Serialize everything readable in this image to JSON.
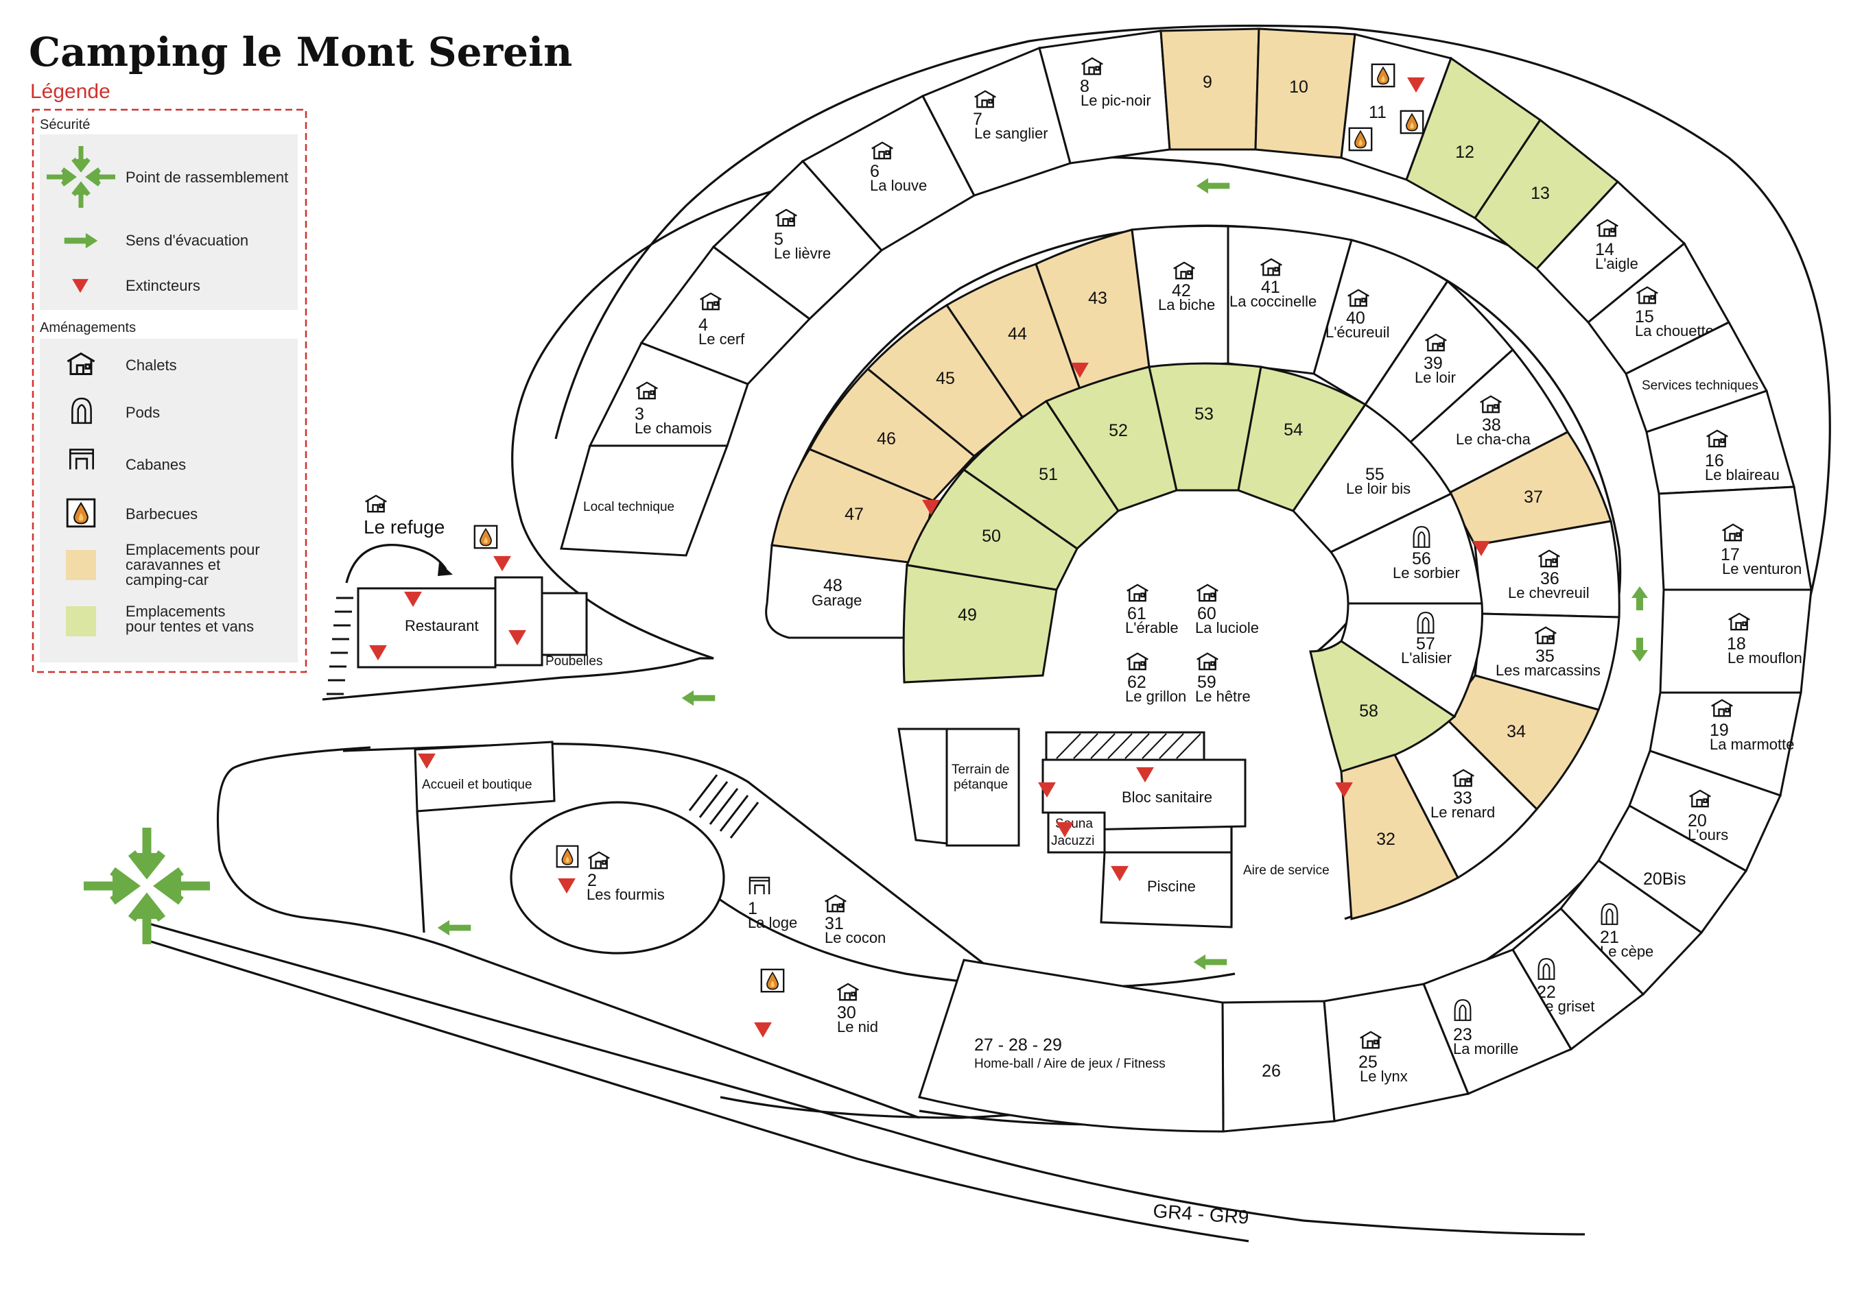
{
  "title": "Camping le Mont Serein",
  "legend": {
    "title": "Légende",
    "security_heading": "Sécurité",
    "security_items": [
      "Point de  rassemblement",
      "Sens d'évacuation",
      "Extincteurs"
    ],
    "amenities_heading": "Aménagements",
    "amenity_items": [
      {
        "label": "Chalets"
      },
      {
        "label": "Pods"
      },
      {
        "label": "Cabanes"
      },
      {
        "label": "Barbecues"
      },
      {
        "label1": "Emplacements pour",
        "label2": "caravannes et",
        "label3": "camping-car"
      },
      {
        "label1": "Emplacements",
        "label2": "pour tentes et vans"
      }
    ]
  },
  "colors": {
    "caravan": "#f3dba8",
    "tent": "#dbe6a2",
    "arrow": "#6aab45",
    "extinguisher": "#d7362f",
    "legend_border": "#d0312d",
    "legend_bg": "#efefef",
    "flame": "#e08a2c"
  },
  "outer_ring": [
    {
      "num": "3",
      "name": "Le chamois",
      "icon": "chalet"
    },
    {
      "num": "4",
      "name": "Le cerf",
      "icon": "chalet"
    },
    {
      "num": "5",
      "name": "Le lièvre",
      "icon": "chalet"
    },
    {
      "num": "6",
      "name": "La louve",
      "icon": "chalet"
    },
    {
      "num": "7",
      "name": "Le sanglier",
      "icon": "chalet"
    },
    {
      "num": "8",
      "name": "Le pic-noir",
      "icon": "chalet"
    },
    {
      "num": "9",
      "name": "",
      "icon": "",
      "type": "caravan"
    },
    {
      "num": "10",
      "name": "",
      "icon": "",
      "type": "caravan"
    },
    {
      "num": "11",
      "name": "",
      "icon": "bbq"
    },
    {
      "num": "12",
      "name": "",
      "icon": "",
      "type": "tent"
    },
    {
      "num": "13",
      "name": "",
      "icon": "",
      "type": "tent"
    },
    {
      "num": "14",
      "name": "L'aigle",
      "icon": "chalet"
    },
    {
      "num": "15",
      "name": "La chouette",
      "icon": "chalet"
    },
    {
      "num": "",
      "name": "Services techniques",
      "icon": ""
    },
    {
      "num": "16",
      "name": "Le blaireau",
      "icon": "chalet"
    },
    {
      "num": "17",
      "name": "Le venturon",
      "icon": "chalet"
    },
    {
      "num": "18",
      "name": "Le mouflon",
      "icon": "chalet"
    },
    {
      "num": "19",
      "name": "La marmotte",
      "icon": "chalet"
    },
    {
      "num": "20",
      "name": "L'ours",
      "icon": "chalet"
    },
    {
      "num": "20Bis",
      "name": "",
      "icon": ""
    },
    {
      "num": "21",
      "name": "Le cèpe",
      "icon": "pod"
    },
    {
      "num": "22",
      "name": "Le griset",
      "icon": "pod"
    },
    {
      "num": "23",
      "name": "La morille",
      "icon": "pod"
    },
    {
      "num": "25",
      "name": "Le lynx",
      "icon": "chalet"
    },
    {
      "num": "26",
      "name": "",
      "icon": ""
    },
    {
      "num": "27 - 28 - 29",
      "name": "Home-ball / Aire de jeux / Fitness",
      "icon": ""
    }
  ],
  "local_technique": "Local technique",
  "middle_ring": [
    {
      "num": "48",
      "name": "Garage",
      "icon": ""
    },
    {
      "num": "47",
      "name": "",
      "type": "caravan"
    },
    {
      "num": "46",
      "name": "",
      "type": "caravan"
    },
    {
      "num": "45",
      "name": "",
      "type": "caravan"
    },
    {
      "num": "44",
      "name": "",
      "type": "caravan"
    },
    {
      "num": "43",
      "name": "",
      "type": "caravan"
    },
    {
      "num": "42",
      "name": "La biche",
      "icon": "chalet"
    },
    {
      "num": "41",
      "name": "La coccinelle",
      "icon": "chalet"
    },
    {
      "num": "40",
      "name": "L'écureuil",
      "icon": "chalet"
    },
    {
      "num": "39",
      "name": "Le loir",
      "icon": "chalet"
    },
    {
      "num": "38",
      "name": "Le cha-cha",
      "icon": "chalet"
    },
    {
      "num": "37",
      "name": "",
      "type": "caravan"
    },
    {
      "num": "36",
      "name": "Le chevreuil",
      "icon": "chalet"
    },
    {
      "num": "35",
      "name": "Les marcassins",
      "icon": "chalet"
    },
    {
      "num": "34",
      "name": "",
      "type": "caravan"
    },
    {
      "num": "33",
      "name": "Le renard",
      "icon": "chalet"
    },
    {
      "num": "32",
      "name": "",
      "type": "caravan"
    }
  ],
  "inner_ring": [
    {
      "num": "49",
      "type": "tent"
    },
    {
      "num": "50",
      "type": "tent"
    },
    {
      "num": "51",
      "type": "tent"
    },
    {
      "num": "52",
      "type": "tent"
    },
    {
      "num": "53",
      "type": "tent"
    },
    {
      "num": "54",
      "type": "tent"
    },
    {
      "num": "55",
      "name": "Le loir bis"
    },
    {
      "num": "56",
      "name": "Le sorbier",
      "icon": "pod"
    },
    {
      "num": "57",
      "name": "L'alisier",
      "icon": "pod"
    },
    {
      "num": "58",
      "type": "tent"
    }
  ],
  "center_chalets": [
    {
      "num": "61",
      "name": "L'érable"
    },
    {
      "num": "60",
      "name": "La luciole"
    },
    {
      "num": "62",
      "name": "Le grillon"
    },
    {
      "num": "59",
      "name": "Le hêtre"
    }
  ],
  "buildings": {
    "refuge": "Le refuge",
    "restaurant": "Restaurant",
    "poubelles": "Poubelles",
    "accueil": "Accueil et boutique",
    "petanque1": "Terrain de",
    "petanque2": "pétanque",
    "sanitaire": "Bloc sanitaire",
    "sauna": "Sauna",
    "jacuzzi": "Jacuzzi",
    "piscine": "Piscine",
    "aire_service": "Aire de service"
  },
  "lower": [
    {
      "num": "2",
      "name": "Les fourmis"
    },
    {
      "num": "1",
      "name": "La loge"
    },
    {
      "num": "31",
      "name": "Le cocon"
    },
    {
      "num": "30",
      "name": "Le nid"
    }
  ],
  "road_label": "GR4 - GR9"
}
